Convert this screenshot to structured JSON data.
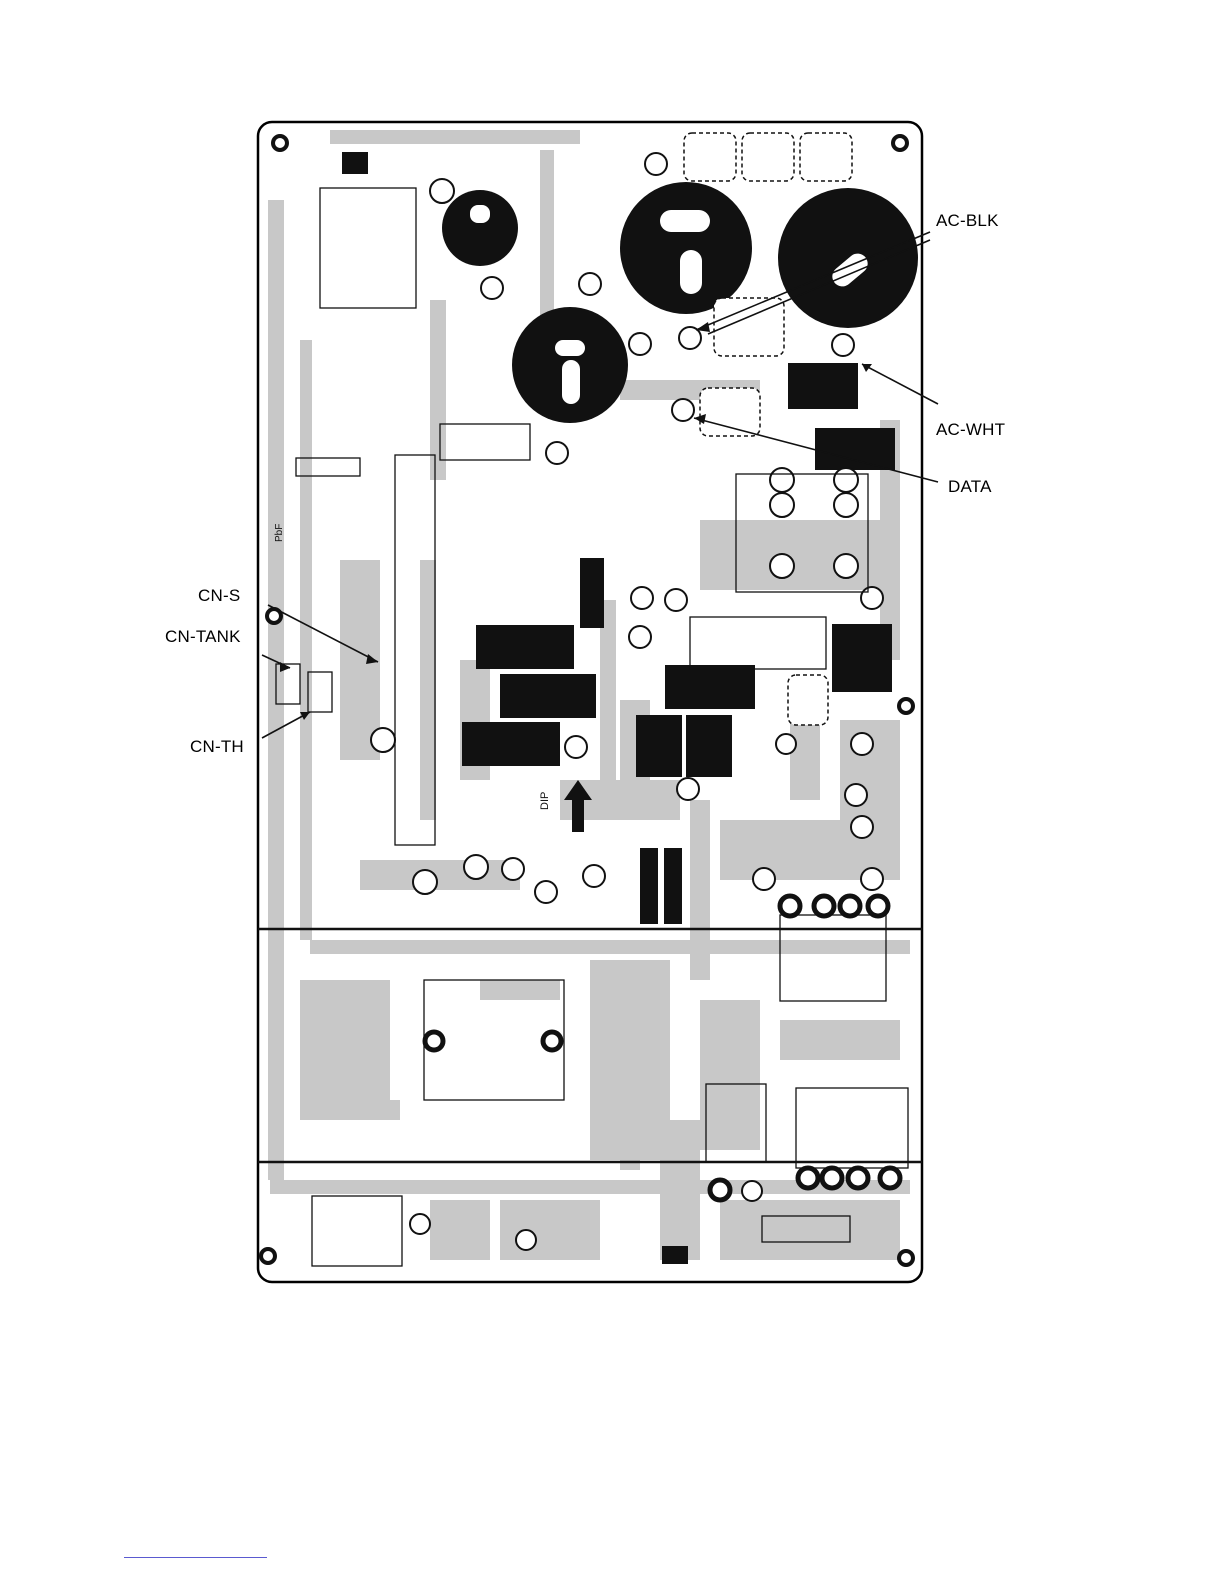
{
  "callouts": {
    "ac_blk": "AC-BLK",
    "ac_wht": "AC-WHT",
    "data": "DATA",
    "cn_s": "CN-S",
    "cn_tank": "CN-TANK",
    "cn_th": "CN-TH"
  },
  "silkscreen": {
    "dip": "DIP",
    "pdt": "PbF"
  },
  "colors": {
    "board_bg": "#ffffff",
    "trace": "#c8c8c8",
    "ink": "#111111",
    "footer_rule": "#5a5ad0"
  },
  "icons": [
    "capacitor-icon",
    "relay-icon",
    "zener-icon",
    "mounting-hole-icon",
    "arrow-icon"
  ]
}
